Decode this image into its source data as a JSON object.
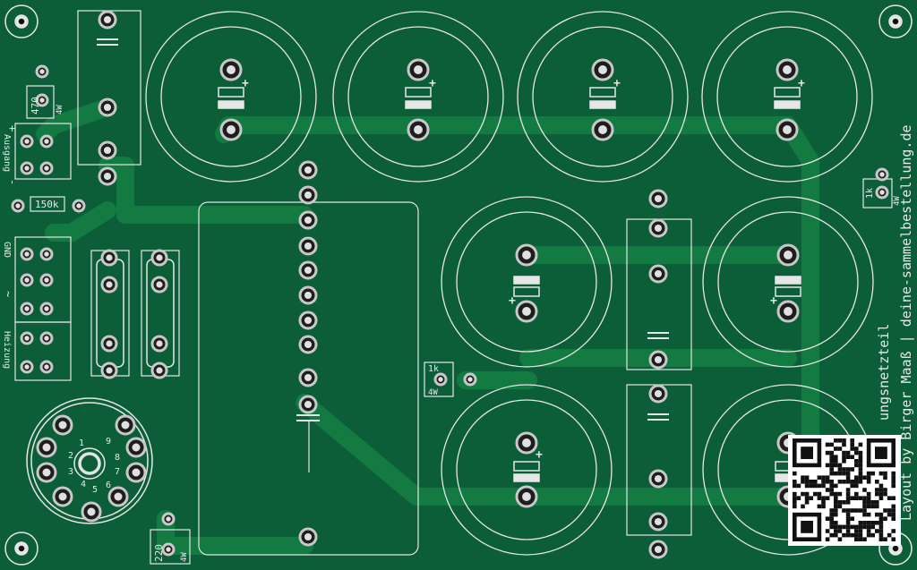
{
  "board": {
    "colors": {
      "substrate": "#0b5e37",
      "trace": "#14753f",
      "silkscreen": "#e6e6e6",
      "pad": "#bfbfbf",
      "hole": "#1a1a1a"
    },
    "side_text_line1": "ungsnetzteil",
    "side_text_line2": "Layout by Birger Maaß | deine-sammelbestellung.de",
    "labels": {
      "r_470": "470",
      "r_470_w": "4W",
      "r_150k": "150k",
      "r_1k_right": "1k",
      "r_1k_right_w": "4W",
      "r_1k_mid": "1k",
      "r_1k_mid_w": "4W",
      "r_220": "220",
      "r_220_w": "4W",
      "conn_ausgang_plus": "+",
      "conn_ausgang": "Ausgang",
      "conn_ausgang_minus": "-",
      "conn_gnd": "GND",
      "conn_tilde": "~",
      "conn_heizung": "Heizung",
      "cap_plus": "+"
    },
    "socket_pins": [
      "1",
      "2",
      "3",
      "4",
      "5",
      "6",
      "7",
      "8",
      "9"
    ]
  }
}
